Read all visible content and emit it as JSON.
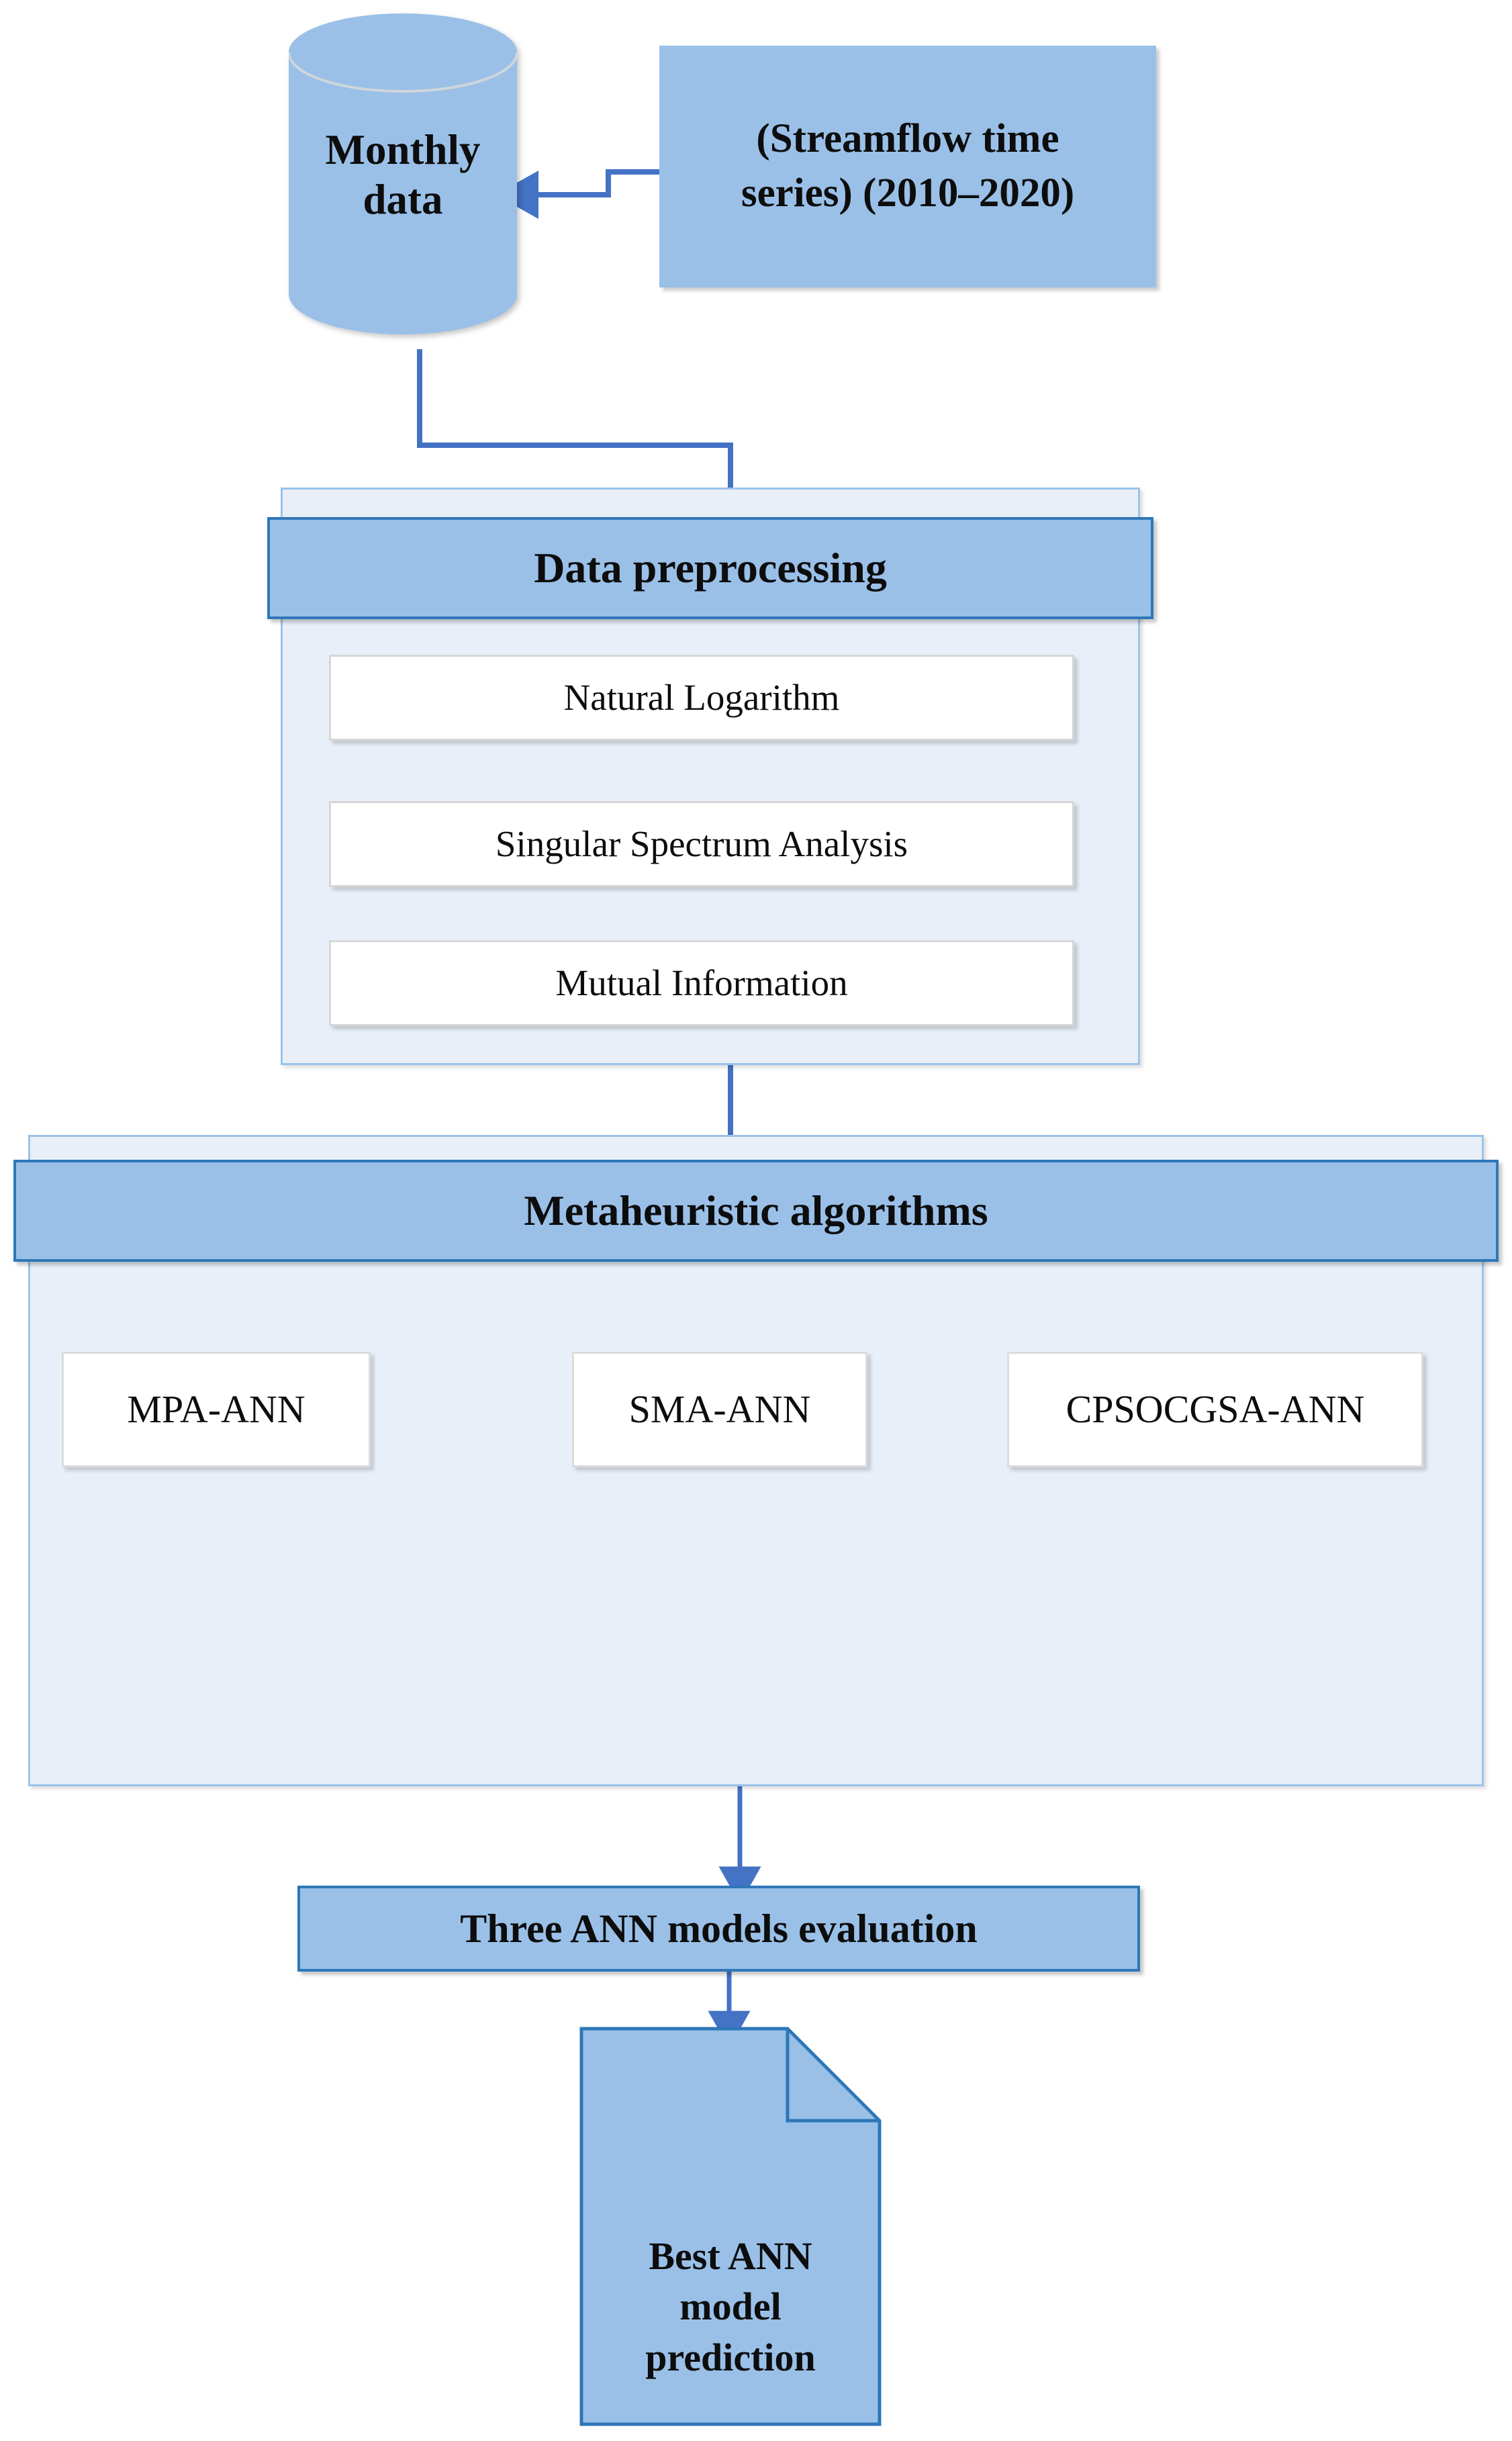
{
  "diagram": {
    "title": "Streamflow prediction methodology flowchart",
    "colors": {
      "fill_blue": "#9ac0e8",
      "panel_bg": "#e8eff9",
      "panel_border": "#9cc3e8",
      "header_border": "#2e77b8",
      "arrow_blue": "#4472c4",
      "box_white": "#ffffff",
      "box_border_gray": "#d6d6d6",
      "text_black": "#0d0d0d"
    },
    "source": {
      "database_label": "Monthly\ndata",
      "database_line_1": "Monthly",
      "database_line_2": "data",
      "input_label": "(Streamflow time series) (2010–2020)",
      "input_line_1": "(Streamflow time",
      "input_line_2": "series) (2010–2020)"
    },
    "preprocessing": {
      "header": "Data preprocessing",
      "steps": [
        {
          "label": "Natural Logarithm"
        },
        {
          "label": "Singular Spectrum Analysis"
        },
        {
          "label": "Mutual Information"
        }
      ]
    },
    "metaheuristic": {
      "header": "Metaheuristic algorithms",
      "models": [
        {
          "label": "MPA-ANN"
        },
        {
          "label": "SMA-ANN"
        },
        {
          "label": "CPSOCGSA-ANN"
        }
      ]
    },
    "evaluation": {
      "label": "Three ANN models evaluation"
    },
    "output": {
      "label": "Best ANN model prediction",
      "line_1": "Best ANN",
      "line_2": "model",
      "line_3": "prediction"
    }
  }
}
